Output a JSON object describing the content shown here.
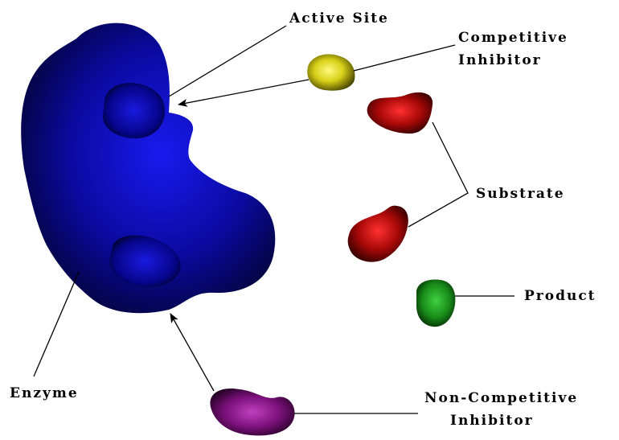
{
  "labels": {
    "active_site": "Active Site",
    "competitive_inhibitor_1": "Competitive",
    "competitive_inhibitor_2": "Inhibitor",
    "substrate": "Substrate",
    "product": "Product",
    "enzyme": "Enzyme",
    "non_competitive_inhibitor_1": "Non-Competitive",
    "non_competitive_inhibitor_2": "Inhibitor"
  },
  "colors": {
    "enzyme": "#0a0ab8",
    "competitive_inhibitor": "#e8e020",
    "substrate": "#c01010",
    "product": "#1e9a1e",
    "non_competitive_inhibitor": "#8a1a8a"
  }
}
